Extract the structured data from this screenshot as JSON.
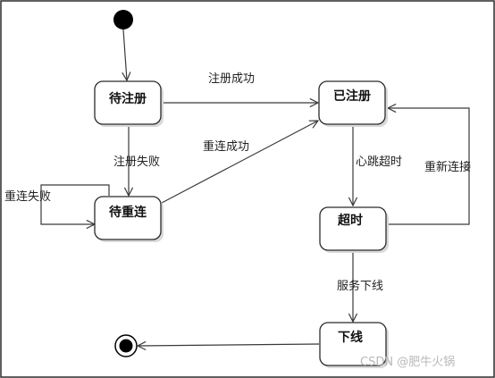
{
  "states": {
    "pending_register": "待注册",
    "registered": "已注册",
    "pending_reconnect": "待重连",
    "timeout": "超时",
    "offline": "下线"
  },
  "transitions": {
    "register_success": "注册成功",
    "register_fail": "注册失败",
    "reconnect_success": "重连成功",
    "reconnect_fail": "重连失败",
    "heartbeat_timeout": "心跳超时",
    "reconnect": "重新连接",
    "service_offline": "服务下线"
  },
  "watermark": "CSDN @肥牛火锅"
}
